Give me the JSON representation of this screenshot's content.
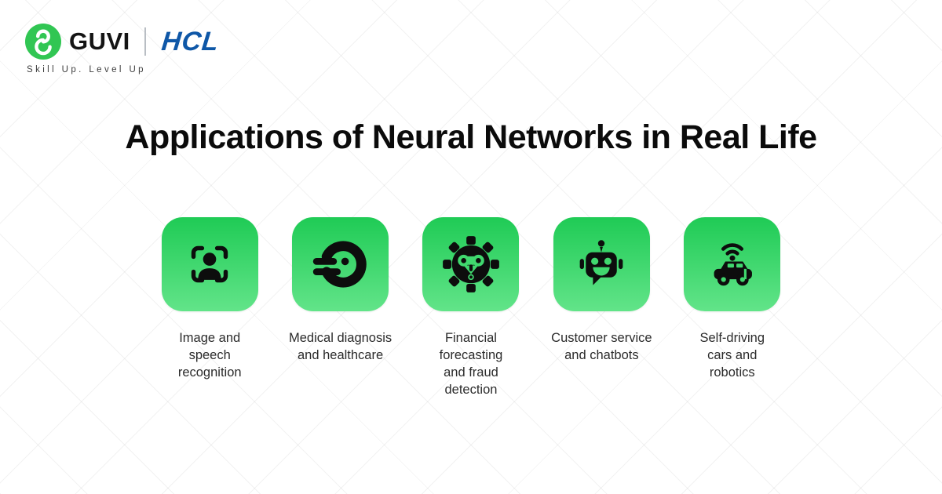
{
  "header": {
    "brand": "GUVI",
    "partner": "HCL",
    "tagline": "Skill Up. Level Up"
  },
  "title": "Applications of Neural Networks in Real Life",
  "tiles": [
    {
      "icon": "face-scan-icon",
      "label": "Image and\nspeech\nrecognition"
    },
    {
      "icon": "medical-scan-icon",
      "label": "Medical diagnosis\nand healthcare"
    },
    {
      "icon": "fraud-gear-icon",
      "label": "Financial\nforecasting\nand fraud\ndetection"
    },
    {
      "icon": "chatbot-icon",
      "label": "Customer service\nand chatbots"
    },
    {
      "icon": "self-driving-car-icon",
      "label": "Self-driving\ncars and\nrobotics"
    }
  ],
  "colors": {
    "brand_green": "#31c653",
    "hcl_blue": "#0e57a7",
    "tile_gradient_top": "#1fcb55",
    "tile_gradient_bottom": "#62e489",
    "icon_black": "#0d0d0d",
    "icon_accent_green": "#40d86e",
    "title_color": "#0b0b0b",
    "label_color": "#2b2b2b"
  }
}
